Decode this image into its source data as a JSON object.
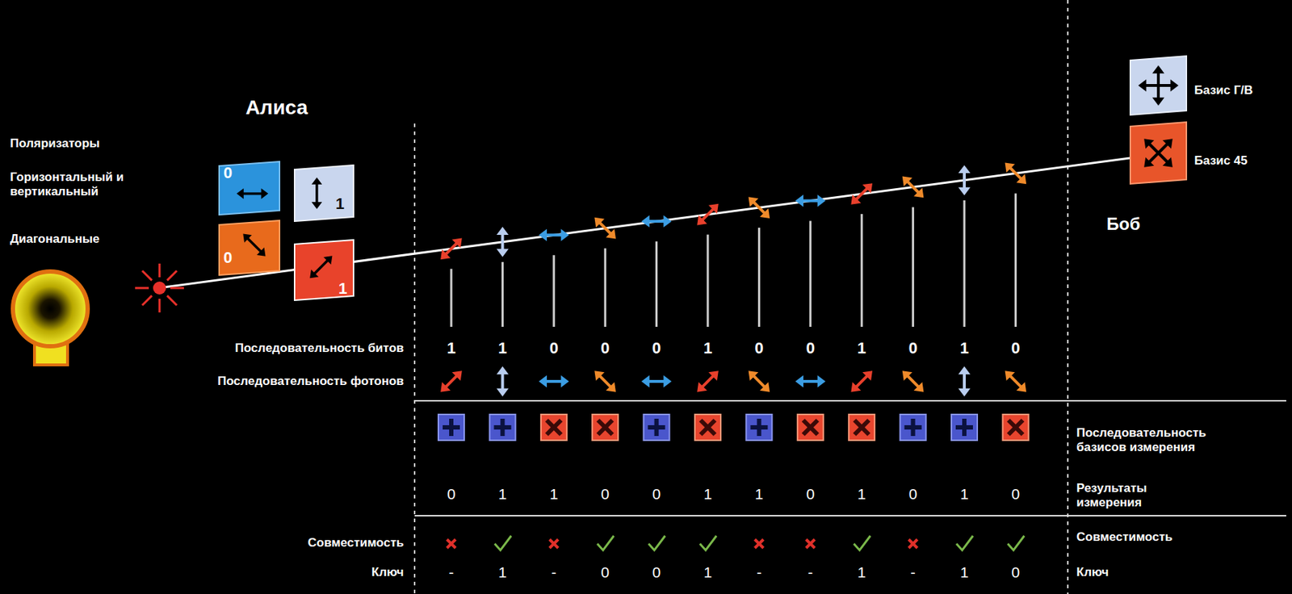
{
  "diagram": {
    "nodes": [
      {
        "text": [
          "0"
        ]
      },
      {
        "text": [
          "1"
        ]
      },
      {
        "text": [
          "0"
        ]
      },
      {
        "text": [
          "1"
        ]
      }
    ],
    "labels": [
      "Алиса",
      "Поляризаторы",
      "Горизонтальный и вертикальный",
      "Диагональные",
      "Базис Г/В",
      "Базис 45",
      "Боб",
      "Последовательность битов",
      "1",
      "1",
      "0",
      "0",
      "0",
      "1",
      "0",
      "0",
      "1",
      "0",
      "1",
      "0",
      "Последовательность фотонов",
      "Последовательность базисов измерения",
      "0",
      "1",
      "1",
      "0",
      "0",
      "1",
      "1",
      "0",
      "1",
      "0",
      "1",
      "0",
      "Результаты измерения",
      "Совместимость",
      "Совместимость",
      "Ключ",
      "-",
      "1",
      "-",
      "0",
      "0",
      "1",
      "-",
      "-",
      "1",
      "-",
      "1",
      "0",
      "Ключ"
    ]
  }
}
